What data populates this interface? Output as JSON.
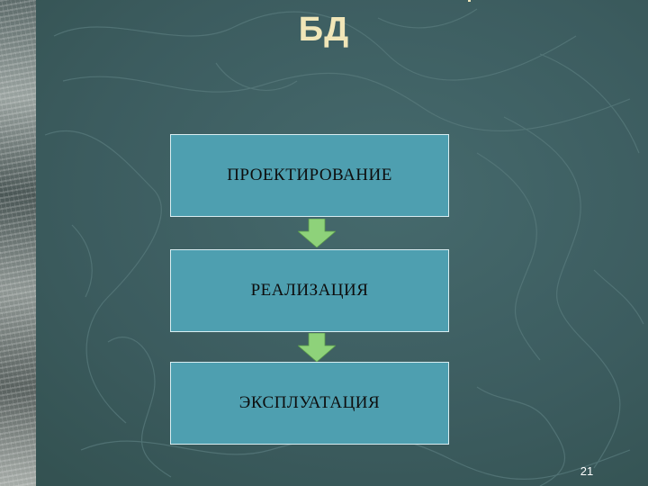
{
  "slide": {
    "title": "БД",
    "page_number": "21",
    "colors": {
      "background": "#3a5a5d",
      "title_text": "#f1e6b8",
      "box_fill": "#4e9fb0",
      "arrow_fill": "#8ed27a"
    }
  },
  "diagram": {
    "steps": [
      {
        "label": "ПРОЕКТИРОВАНИЕ"
      },
      {
        "label": "РЕАЛИЗАЦИЯ"
      },
      {
        "label": "ЭКСПЛУАТАЦИЯ"
      }
    ],
    "connectors": [
      {
        "from": 0,
        "to": 1,
        "icon": "down-arrow-icon"
      },
      {
        "from": 1,
        "to": 2,
        "icon": "down-arrow-icon"
      }
    ]
  }
}
